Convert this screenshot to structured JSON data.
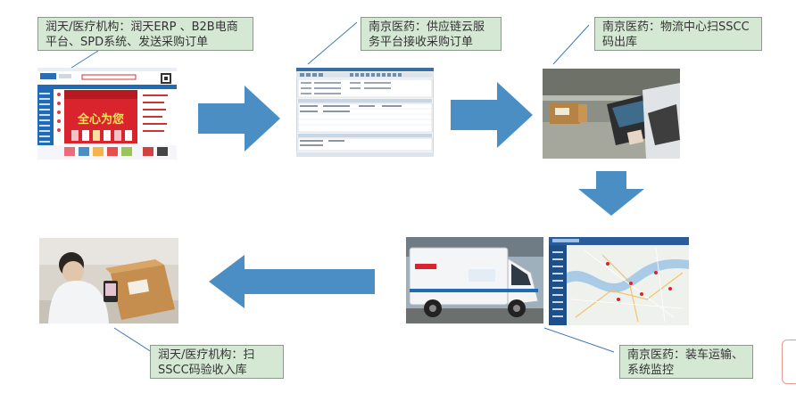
{
  "steps": [
    {
      "text": "润天/医疗机构：润天ERP 、B2B电商平台、SPD系统、发送采购订单"
    },
    {
      "text": "南京医药：供应链云服务平台接收采购订单"
    },
    {
      "text": "南京医药：物流中心扫SSCC码出库"
    },
    {
      "text": "南京医药：装车运输、系统监控"
    },
    {
      "text": "润天/医疗机构：扫SSCC码验收入库"
    }
  ],
  "images": {
    "ecommerce_banner": "全心为您"
  },
  "colors": {
    "callout_bg": "#d5e8d4",
    "arrow": "#4a8ec4",
    "leader": "#3a78b5"
  }
}
